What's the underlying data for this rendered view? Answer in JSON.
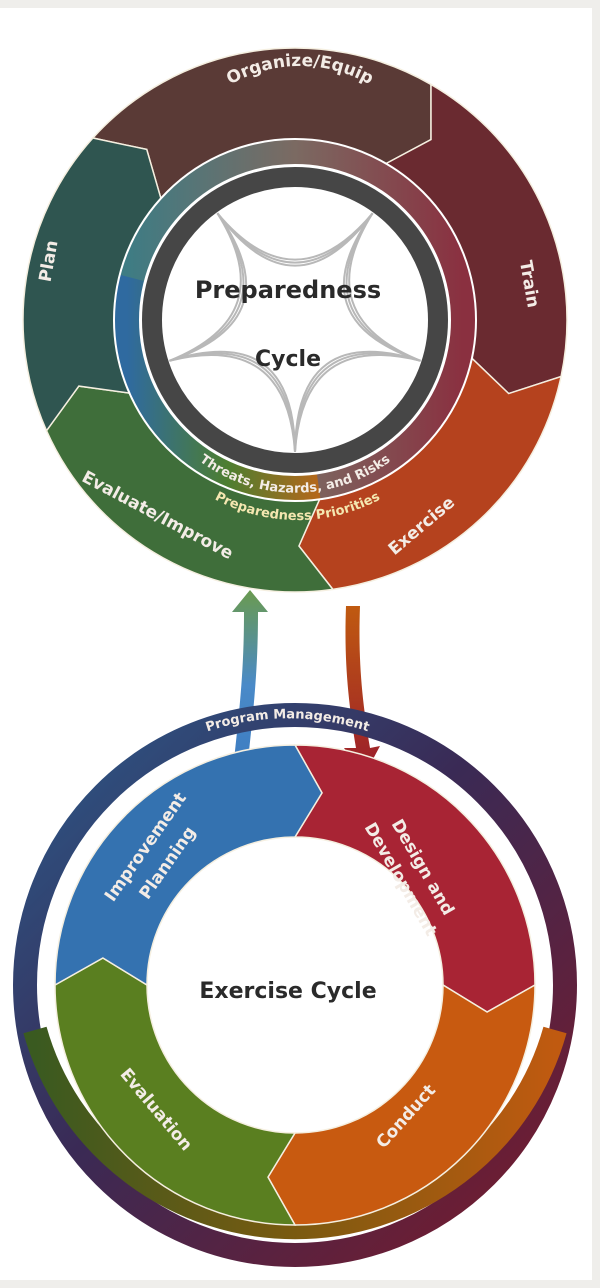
{
  "preparedness_cycle": {
    "title_line1": "Preparedness",
    "title_line2": "Cycle",
    "inner_ring_label": "Threats, Hazards, and Risks",
    "priorities_label": "Preparedness Priorities",
    "segments": [
      {
        "label": "Organize/Equip",
        "color": "#5a3a36"
      },
      {
        "label": "Train",
        "color": "#6a2a30"
      },
      {
        "label": "Exercise",
        "color": "#b5421e"
      },
      {
        "label": "Evaluate/Improve",
        "color": "#3f6e3a"
      },
      {
        "label": "Plan",
        "color": "#2f5550"
      }
    ]
  },
  "exercise_cycle": {
    "title": "Exercise Cycle",
    "outer_ring_label": "Program Management",
    "segments": [
      {
        "label_line1": "Design and",
        "label_line2": "Development",
        "color": "#a82434"
      },
      {
        "label_line1": "Conduct",
        "label_line2": "",
        "color": "#c85a10"
      },
      {
        "label_line1": "Evaluation",
        "label_line2": "",
        "color": "#5a7f20"
      },
      {
        "label_line1": "Improvement",
        "label_line2": "Planning",
        "color": "#3472b0"
      }
    ]
  },
  "connectors": {
    "up_arrow_color": "#4a86c4",
    "down_arrow_color": "#9e2a2a"
  }
}
